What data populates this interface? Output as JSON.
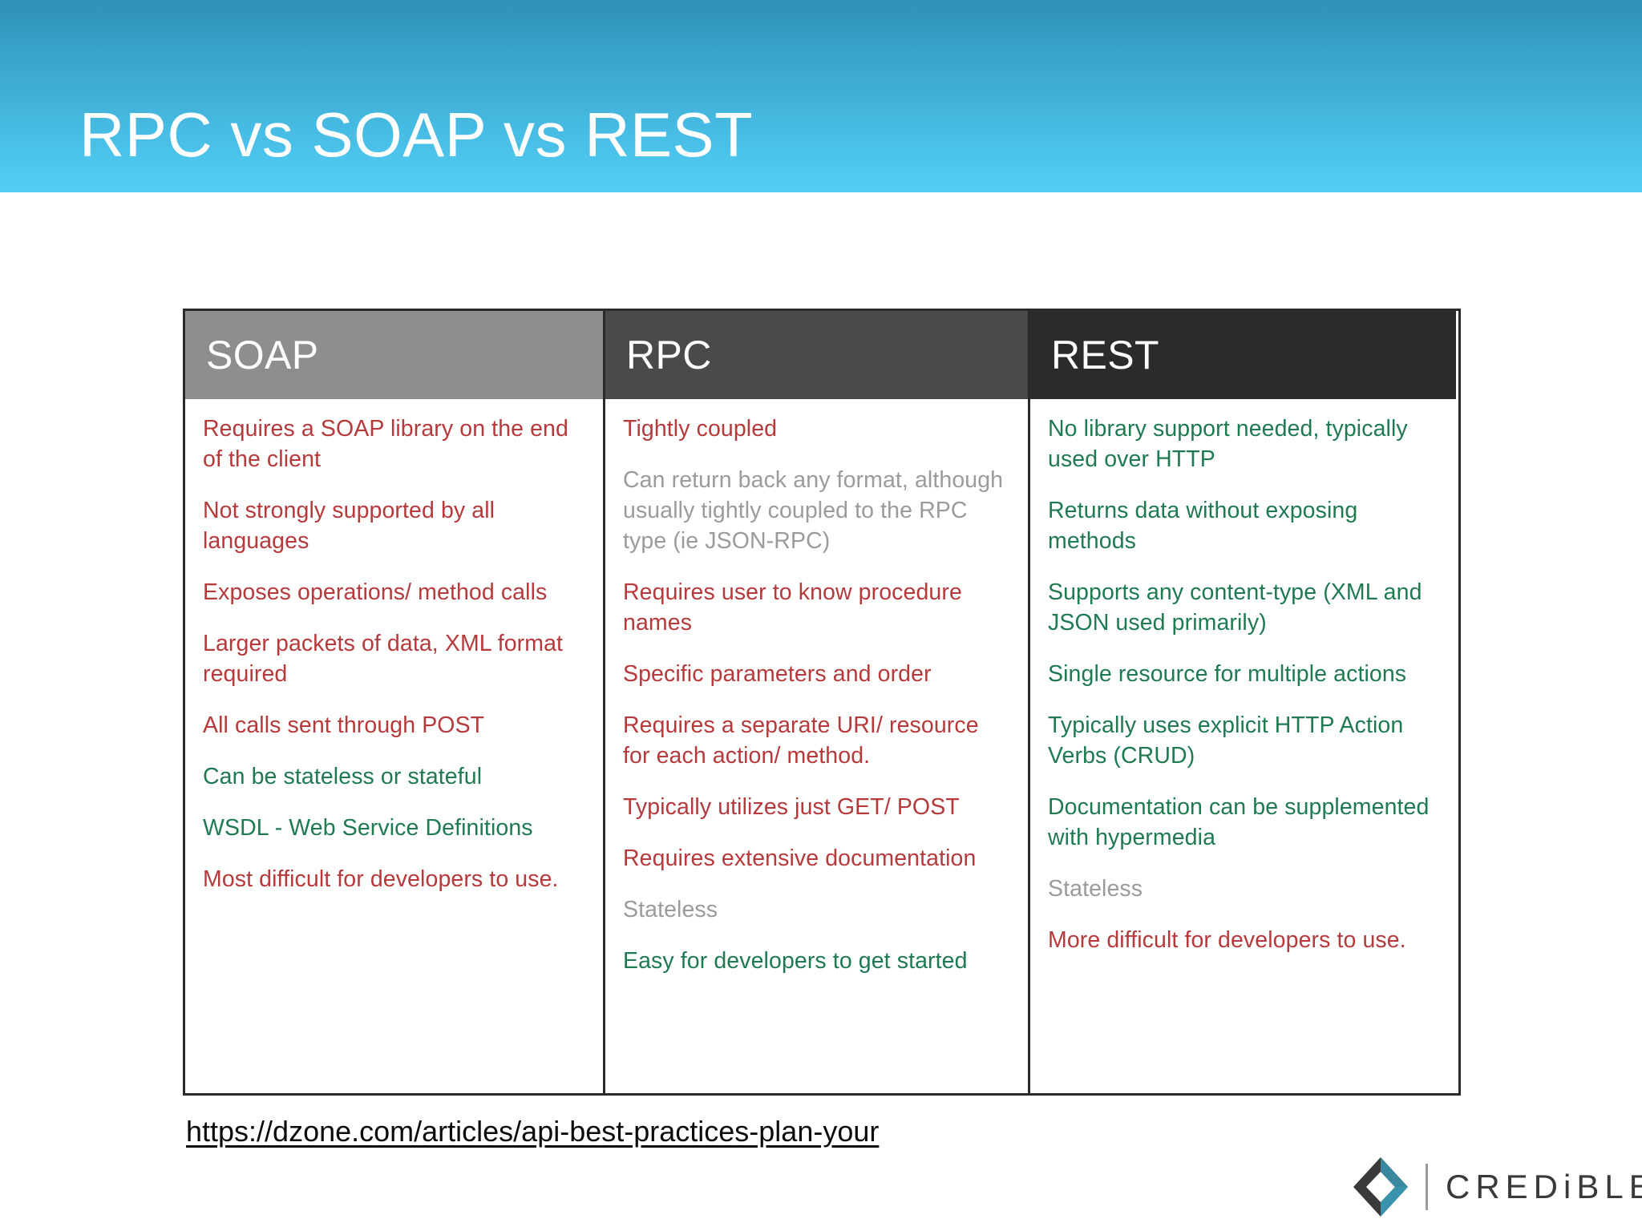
{
  "slide": {
    "title": "RPC vs SOAP vs REST",
    "header_gradient_top": "#2f90b5",
    "header_gradient_bottom": "#52cdf5"
  },
  "table": {
    "columns": [
      {
        "name": "SOAP",
        "header_bg": "#8e8e8e",
        "bullets": [
          {
            "text": "Requires a SOAP library on the end of the client",
            "tone": "negative"
          },
          {
            "text": "Not strongly supported by all languages",
            "tone": "negative"
          },
          {
            "text": "Exposes operations/ method calls",
            "tone": "negative"
          },
          {
            "text": "Larger packets of data, XML format required",
            "tone": "negative"
          },
          {
            "text": "All calls sent through POST",
            "tone": "negative"
          },
          {
            "text": "Can be stateless or stateful",
            "tone": "positive"
          },
          {
            "text": "WSDL - Web Service Definitions",
            "tone": "positive"
          },
          {
            "text": "Most difficult for developers to use.",
            "tone": "negative"
          }
        ]
      },
      {
        "name": "RPC",
        "header_bg": "#4a4a4a",
        "bullets": [
          {
            "text": "Tightly coupled",
            "tone": "negative"
          },
          {
            "text": "Can return back any format, although usually tightly coupled to the RPC type (ie JSON-RPC)",
            "tone": "neutral"
          },
          {
            "text": "Requires user to know procedure names",
            "tone": "negative"
          },
          {
            "text": "Specific parameters and order",
            "tone": "negative"
          },
          {
            "text": "Requires a separate URI/ resource for each action/ method.",
            "tone": "negative"
          },
          {
            "text": "Typically utilizes just GET/ POST",
            "tone": "negative"
          },
          {
            "text": "Requires extensive documentation",
            "tone": "negative"
          },
          {
            "text": "Stateless",
            "tone": "neutral"
          },
          {
            "text": "Easy for developers to get started",
            "tone": "positive"
          }
        ]
      },
      {
        "name": "REST",
        "header_bg": "#2b2b2b",
        "bullets": [
          {
            "text": "No library support needed, typically used over HTTP",
            "tone": "positive"
          },
          {
            "text": "Returns data without exposing methods",
            "tone": "positive"
          },
          {
            "text": "Supports any content-type (XML and JSON used primarily)",
            "tone": "positive"
          },
          {
            "text": "Single resource for multiple actions",
            "tone": "positive"
          },
          {
            "text": "Typically uses explicit HTTP Action Verbs (CRUD)",
            "tone": "positive"
          },
          {
            "text": "Documentation can be supplemented with hypermedia",
            "tone": "positive"
          },
          {
            "text": "Stateless",
            "tone": "neutral"
          },
          {
            "text": "More difficult for developers to use.",
            "tone": "negative"
          }
        ]
      }
    ],
    "tone_colors": {
      "negative": "#b6393c",
      "positive": "#1f7a52",
      "neutral": "#9b9b9b"
    }
  },
  "source": {
    "url_text": "https://dzone.com/articles/api-best-practices-plan-your"
  },
  "logo": {
    "wordmark": "CREDiBLE",
    "mark_dark_color": "#3a3a3a",
    "mark_accent_color": "#3a93ad"
  }
}
